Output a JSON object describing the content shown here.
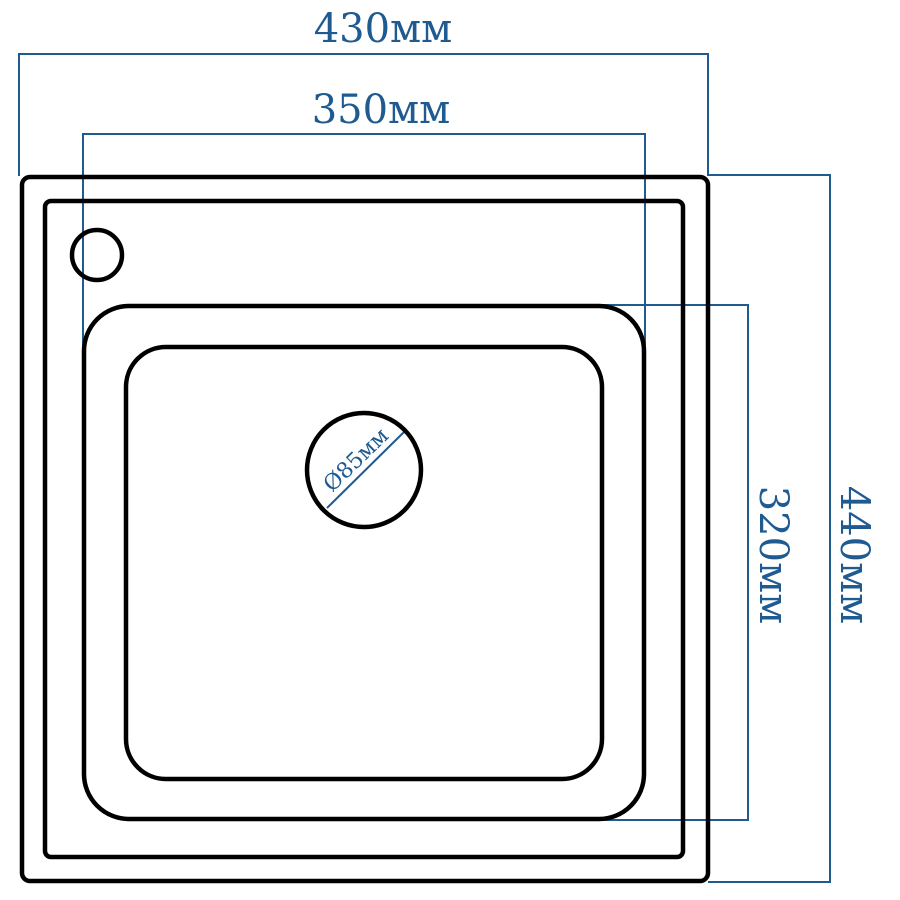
{
  "diagram": {
    "type": "technical-drawing",
    "subject": "square sink top view with dimensions",
    "colors": {
      "outline": "#000000",
      "dimension": "#1f5a91",
      "background": "#ffffff"
    },
    "dimensions": {
      "overall_width": "430мм",
      "bowl_width": "350мм",
      "bowl_depth": "320мм",
      "overall_depth": "440мм",
      "drain_diameter": "Ø85мм"
    }
  }
}
